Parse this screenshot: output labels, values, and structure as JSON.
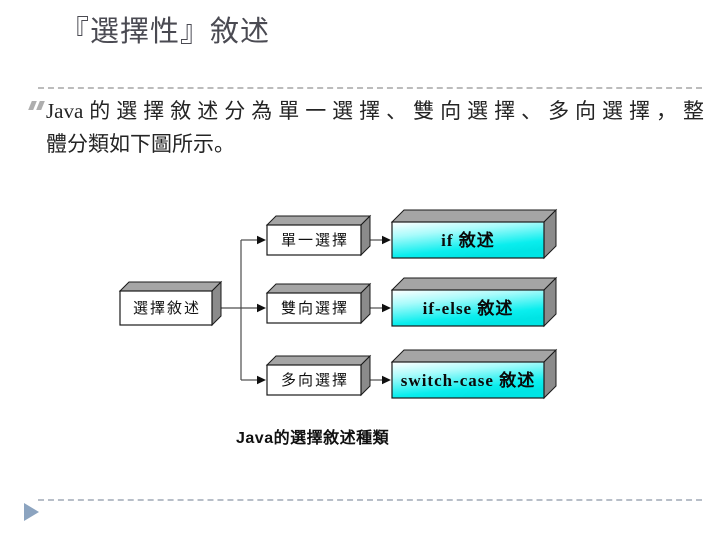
{
  "slide": {
    "title": "『選擇性』敘述",
    "body_lines": [
      "Java的選擇敘述分為單一選擇、雙向選擇、多向選擇，整",
      "體分類如下圖所示。"
    ],
    "caption": "Java的選擇敘述種類"
  },
  "diagram": {
    "root": {
      "label": "選擇敘述"
    },
    "branches": [
      {
        "label": "單一選擇",
        "target": "if 敘述"
      },
      {
        "label": "雙向選擇",
        "target": "if-else 敘述"
      },
      {
        "label": "多向選擇",
        "target": "switch-case 敘述"
      }
    ]
  },
  "colors": {
    "title_text": "#4a4a52",
    "body_text": "#242424",
    "dashed_rule": "#bcbcbc",
    "footer_arrow": "#8ca4c0",
    "box_cyan": "#00eeee",
    "box_top_face": "#a5a5a5",
    "box_right_face": "#8b8b8b",
    "box_outline": "#1a1a1a"
  }
}
